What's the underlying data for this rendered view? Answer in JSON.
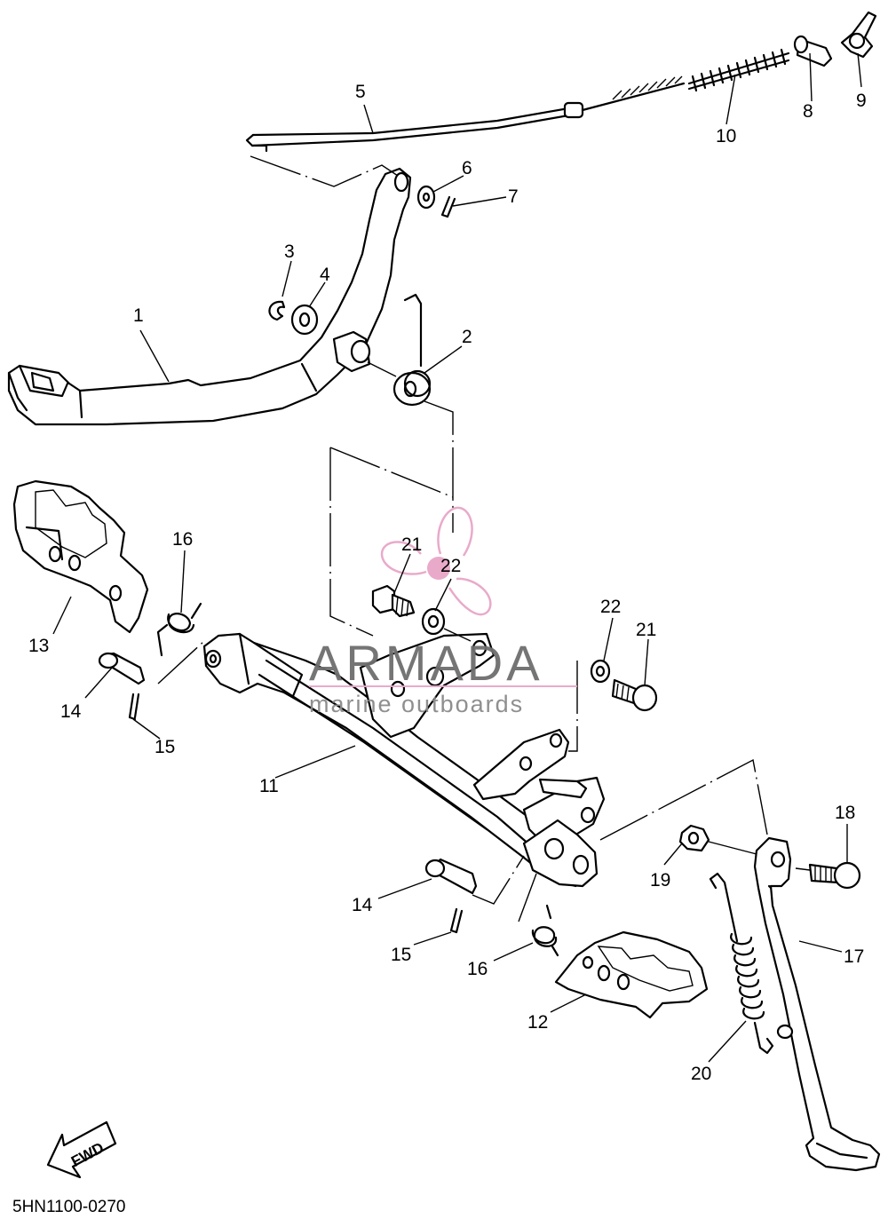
{
  "diagram": {
    "callouts": [
      "1",
      "2",
      "3",
      "4",
      "5",
      "6",
      "7",
      "8",
      "9",
      "10",
      "11",
      "12",
      "13",
      "14",
      "14",
      "15",
      "15",
      "16",
      "16",
      "17",
      "18",
      "19",
      "20",
      "21",
      "21",
      "22",
      "22"
    ],
    "diagram_code": "5HN1100-0270",
    "fwd_label": "FWD"
  },
  "watermark": {
    "title": "ARMADA",
    "subtitle": "marine outboards",
    "accent_color": "#e8a6c8",
    "logo": "propeller-logo-icon"
  }
}
